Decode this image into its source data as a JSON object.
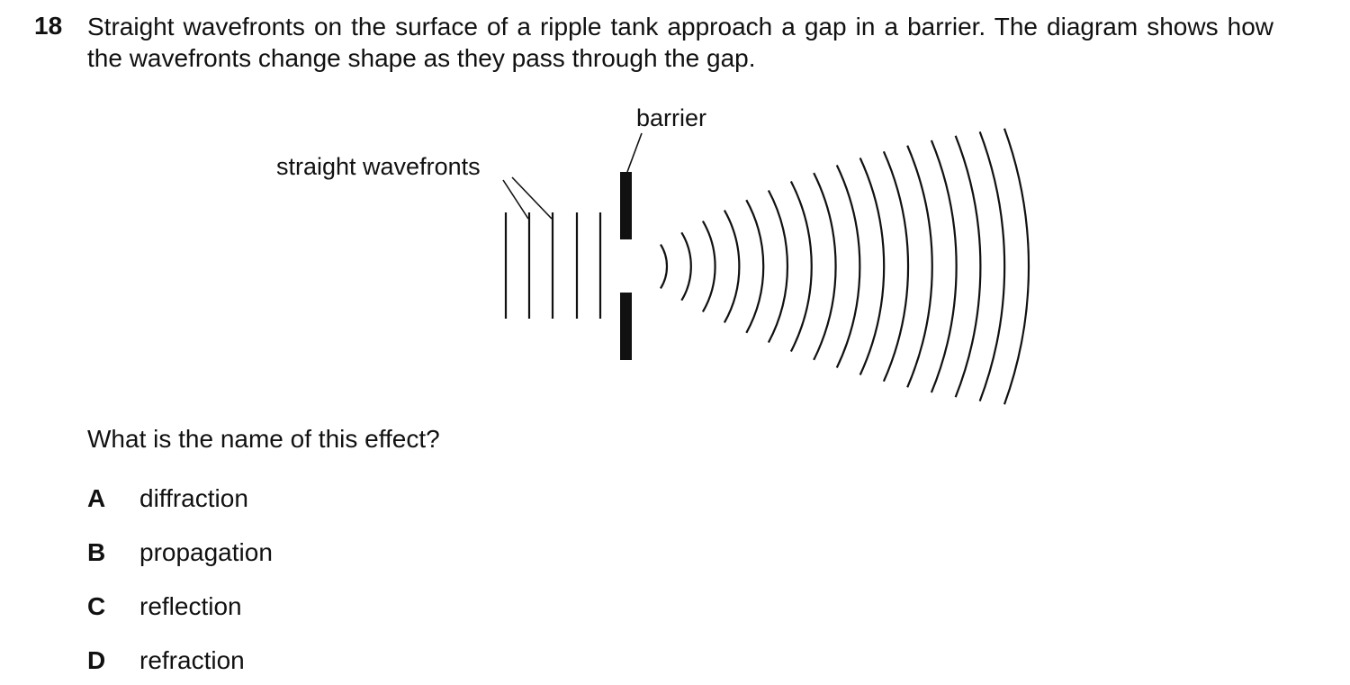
{
  "question": {
    "number": "18",
    "text": "Straight wavefronts on the surface of a ripple tank approach a gap in a barrier. The diagram shows how the wavefronts change shape as they pass through the gap."
  },
  "diagram": {
    "label_barrier": "barrier",
    "label_wavefronts": "straight wavefronts"
  },
  "prompt": "What is the name of this effect?",
  "options": [
    {
      "letter": "A",
      "text": "diffraction"
    },
    {
      "letter": "B",
      "text": "propagation"
    },
    {
      "letter": "C",
      "text": "reflection"
    },
    {
      "letter": "D",
      "text": "refraction"
    }
  ]
}
